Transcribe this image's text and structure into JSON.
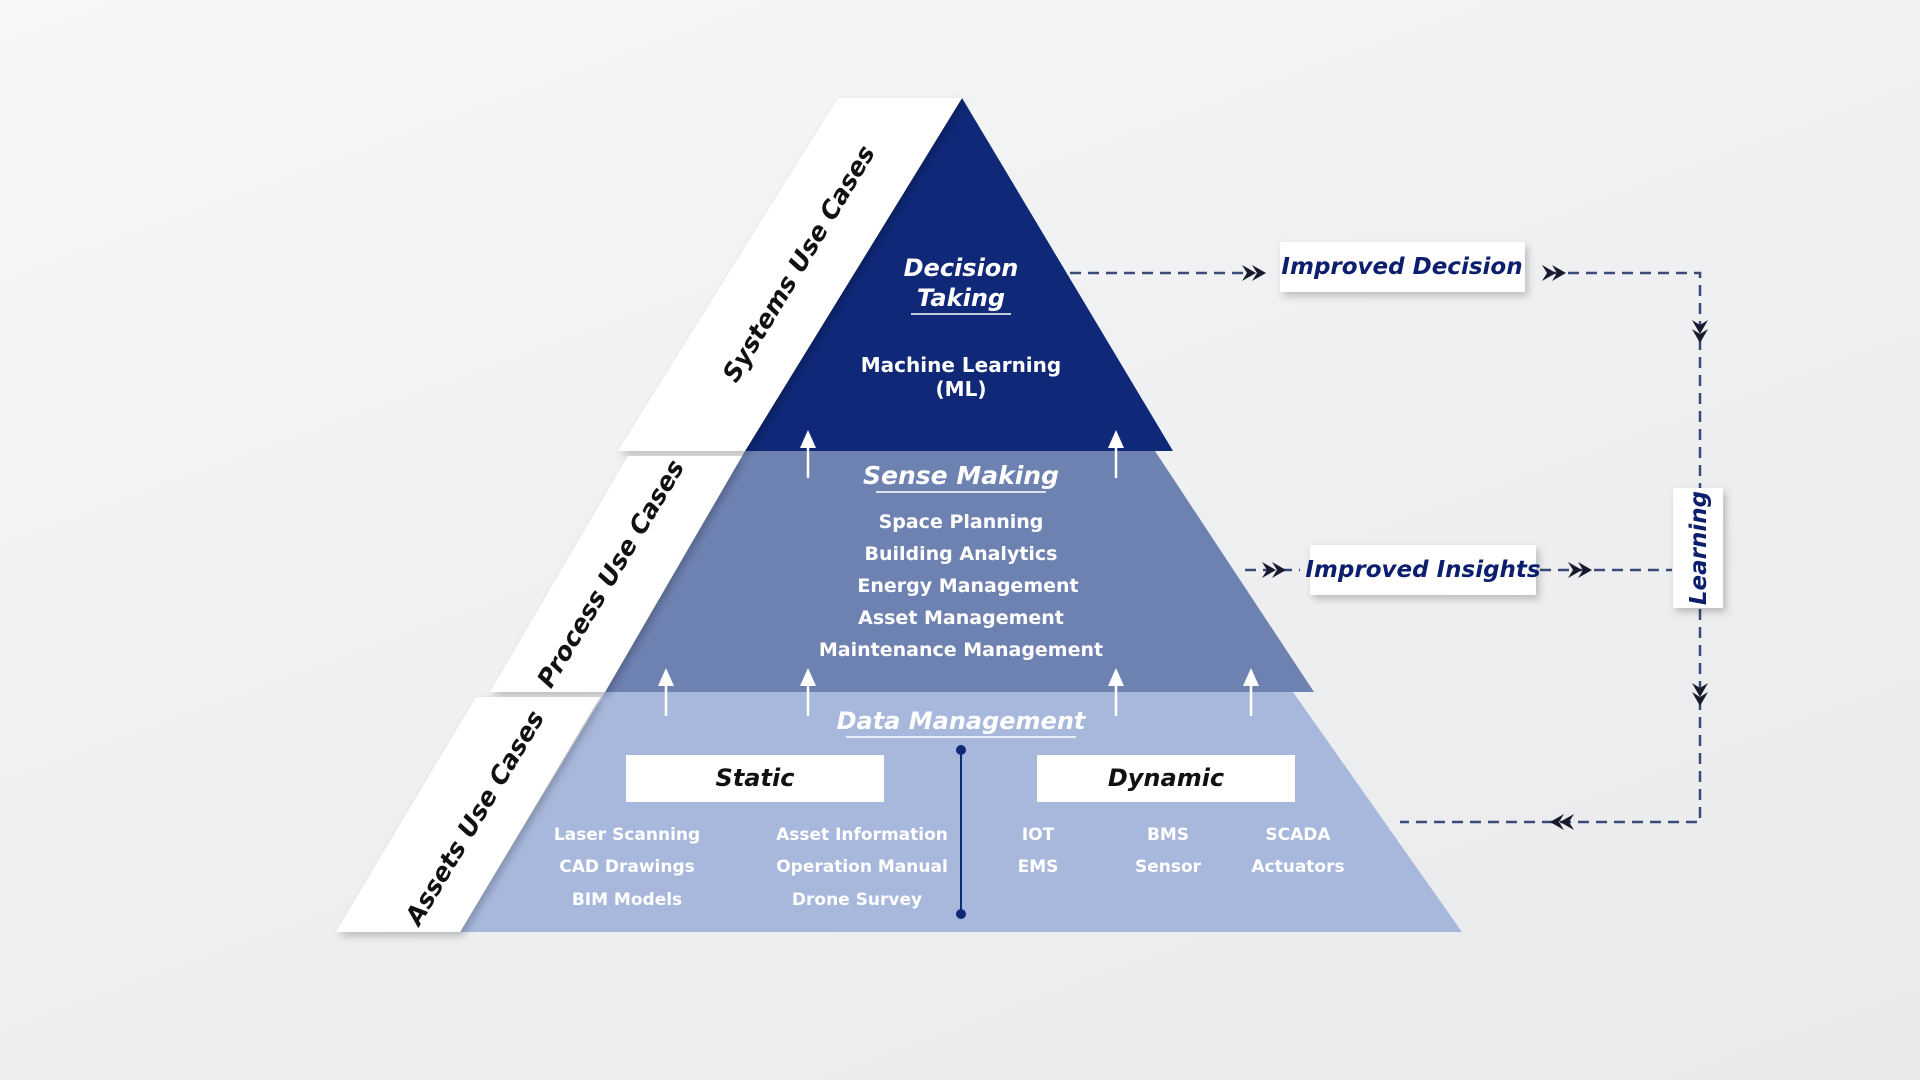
{
  "colors": {
    "top_tier": "#0f2878",
    "middle_tier": "#6e82b2",
    "bottom_tier": "#a7b8dc",
    "dashed_line": "#3a4a7a",
    "box_text": "#0b1f6e"
  },
  "tiers": {
    "top": {
      "side_label": "Systems Use Cases",
      "title_line1": "Decision",
      "title_line2": "Taking",
      "subtitle_line1": "Machine Learning",
      "subtitle_line2": "(ML)"
    },
    "middle": {
      "side_label": "Process Use Cases",
      "title": "Sense Making",
      "items": [
        "Space Planning",
        "Building Analytics",
        "Energy Management",
        "Asset Management",
        "Maintenance Management"
      ]
    },
    "bottom": {
      "side_label": "Assets Use Cases",
      "title": "Data Management",
      "static": {
        "label": "Static",
        "col1": [
          "Laser Scanning",
          "CAD Drawings",
          "BIM Models"
        ],
        "col2": [
          "Asset Information",
          "Operation Manual",
          "Drone Survey"
        ]
      },
      "dynamic": {
        "label": "Dynamic",
        "col1": [
          "IOT",
          "EMS"
        ],
        "col2": [
          "BMS",
          "Sensor"
        ],
        "col3": [
          "SCADA",
          "Actuators"
        ]
      }
    }
  },
  "feedback": {
    "improved_decision": "Improved Decision",
    "improved_insights": "Improved Insights",
    "learning": "Learning"
  }
}
